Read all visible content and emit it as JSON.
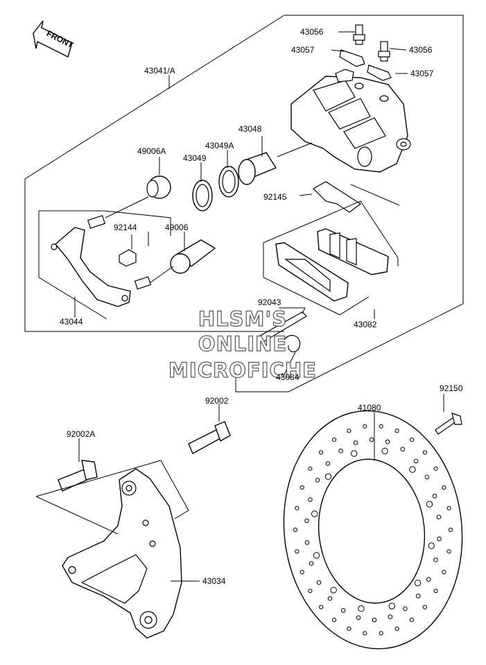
{
  "front_arrow": {
    "text": "FRONT"
  },
  "watermark": {
    "line1": "HLSM'S",
    "line2": "ONLINE",
    "line3": "MICROFICHE"
  },
  "parts": [
    {
      "id": "p43056a",
      "label": "43056"
    },
    {
      "id": "p43057a",
      "label": "43057"
    },
    {
      "id": "p43056b",
      "label": "43056"
    },
    {
      "id": "p43057b",
      "label": "43057"
    },
    {
      "id": "p43041",
      "label": "43041/A"
    },
    {
      "id": "p43048",
      "label": "43048"
    },
    {
      "id": "p49006A",
      "label": "49006A"
    },
    {
      "id": "p43049A",
      "label": "43049A"
    },
    {
      "id": "p43049",
      "label": "43049"
    },
    {
      "id": "p92145",
      "label": "92145"
    },
    {
      "id": "p92144",
      "label": "92144"
    },
    {
      "id": "p49006",
      "label": "49006"
    },
    {
      "id": "p92043",
      "label": "92043"
    },
    {
      "id": "p43044",
      "label": "43044"
    },
    {
      "id": "p43082",
      "label": "43082"
    },
    {
      "id": "p43084",
      "label": "43084"
    },
    {
      "id": "p92150",
      "label": "92150"
    },
    {
      "id": "p92002",
      "label": "92002"
    },
    {
      "id": "p41080",
      "label": "41080"
    },
    {
      "id": "p92002A",
      "label": "92002A"
    },
    {
      "id": "p43034",
      "label": "43034"
    }
  ]
}
